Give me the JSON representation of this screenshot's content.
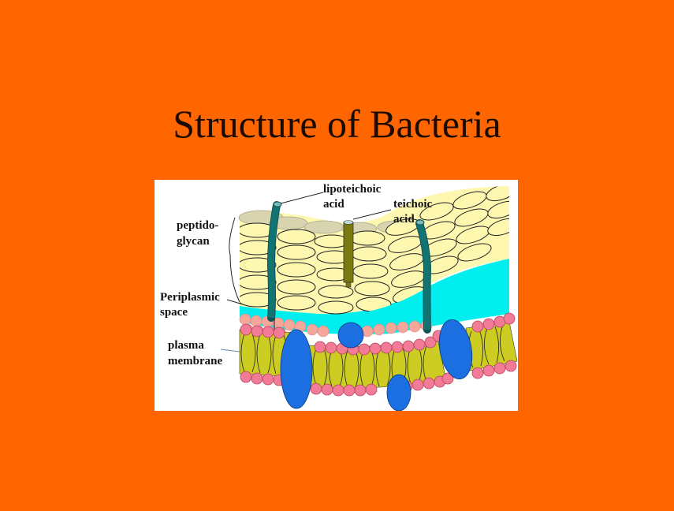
{
  "slide": {
    "title": "Structure of Bacteria",
    "background_color": "#ff6600"
  },
  "diagram": {
    "labels": {
      "peptidoglycan_line1": "peptido-",
      "peptidoglycan_line2": "glycan",
      "periplasmic_line1": "Periplasmic",
      "periplasmic_line2": "space",
      "plasma_line1": "plasma",
      "plasma_line2": "membrane",
      "lipoteichoic_line1": "lipoteichoic",
      "lipoteichoic_line2": "acid",
      "teichoic_line1": "teichoic",
      "teichoic_line2": "acid"
    },
    "colors": {
      "peptidoglycan": "#fdf7b0",
      "peptidoglycan_top": "#d8d4b0",
      "periplasm": "#00eeee",
      "lipid_tails": "#cccc22",
      "head_outer": "#f27c98",
      "head_inner": "#f5a79a",
      "protein": "#1b6fe0",
      "lipoteichoic": "#127373",
      "teichoic": "#7a7a10"
    }
  }
}
